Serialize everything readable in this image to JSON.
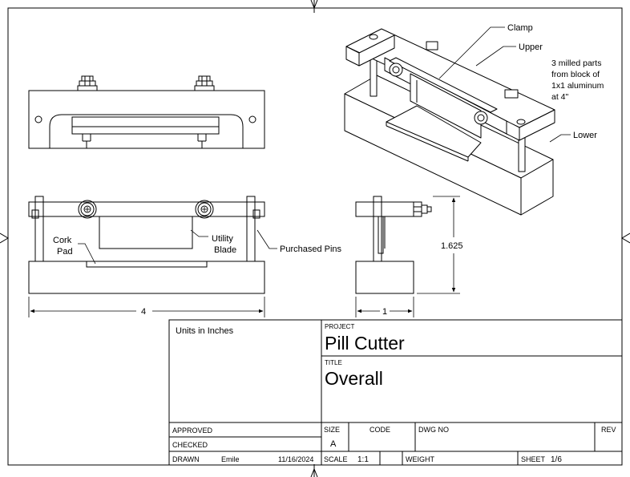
{
  "title_block": {
    "units": "Units in Inches",
    "project_label": "PROJECT",
    "project": "Pill Cutter",
    "title_label": "TITLE",
    "title": "Overall",
    "approved_label": "APPROVED",
    "checked_label": "CHECKED",
    "drawn_label": "DRAWN",
    "drawn_by": "Emile",
    "date": "11/16/2024",
    "size_label": "SIZE",
    "size": "A",
    "code_label": "CODE",
    "dwg_no_label": "DWG NO",
    "rev_label": "REV",
    "scale_label": "SCALE",
    "scale": "1:1",
    "weight_label": "WEIGHT",
    "sheet_label": "SHEET",
    "sheet": "1/6"
  },
  "callouts": {
    "clamp": "Clamp",
    "upper": "Upper",
    "lower": "Lower",
    "note_line1": "3 milled parts",
    "note_line2": "from block of",
    "note_line3": "1x1 aluminum",
    "note_line4": "at 4\"",
    "cork_line1": "Cork",
    "cork_line2": "Pad",
    "blade_line1": "Utility",
    "blade_line2": "Blade",
    "pins": "Purchased Pins"
  },
  "dimensions": {
    "width_front": "4",
    "width_side": "1",
    "height_side": "1.625"
  }
}
